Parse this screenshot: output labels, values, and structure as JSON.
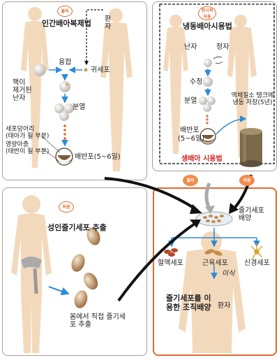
{
  "colors": {
    "panel_border": "#a89e94",
    "skin": "#f3d9bb",
    "accent_orange": "#e06b2d",
    "red_label": "#d2241c",
    "arrow_blue": "#2e8bd8"
  },
  "panel_top_left": {
    "badge": "불허",
    "title": "인간배아복제법",
    "patient": "환자",
    "fusion": "융합",
    "ear_cell": "귀세포",
    "enucleated_egg": "핵이 제거된 난자",
    "division": "분열",
    "cell_mass": "세포덩어리",
    "cell_mass_note": "(태아가 될 부분)",
    "trophoblast": "영양아층",
    "trophoblast_note": "(태반이 될 부분)",
    "blastocyst": "배반포(5~6일)"
  },
  "panel_top_right": {
    "badge": "한시적 허용",
    "title": "냉동배아시용법",
    "egg": "난자",
    "sperm": "정자",
    "fertilization": "수정",
    "division": "분열",
    "blastocyst": "배반포",
    "blastocyst_days": "(5~6일)",
    "storage": "액체질소 탱크에 냉동 저장(5년)",
    "red_label": "생배아 시용법"
  },
  "panel_bottom_left": {
    "badge": "허용",
    "title": "성인줄기세포 추출",
    "caption": "몸에서 직접 줄기세포 추출"
  },
  "panel_bottom_right": {
    "badge_left": "불허",
    "badge_right": "허용",
    "culture": "줄기세포 배양",
    "blood": "혈액세포",
    "muscle": "근육세포",
    "nerve": "신경세포",
    "transplant": "이식",
    "method": "줄기세포를 이용한 조직배양",
    "patient": "환자"
  }
}
